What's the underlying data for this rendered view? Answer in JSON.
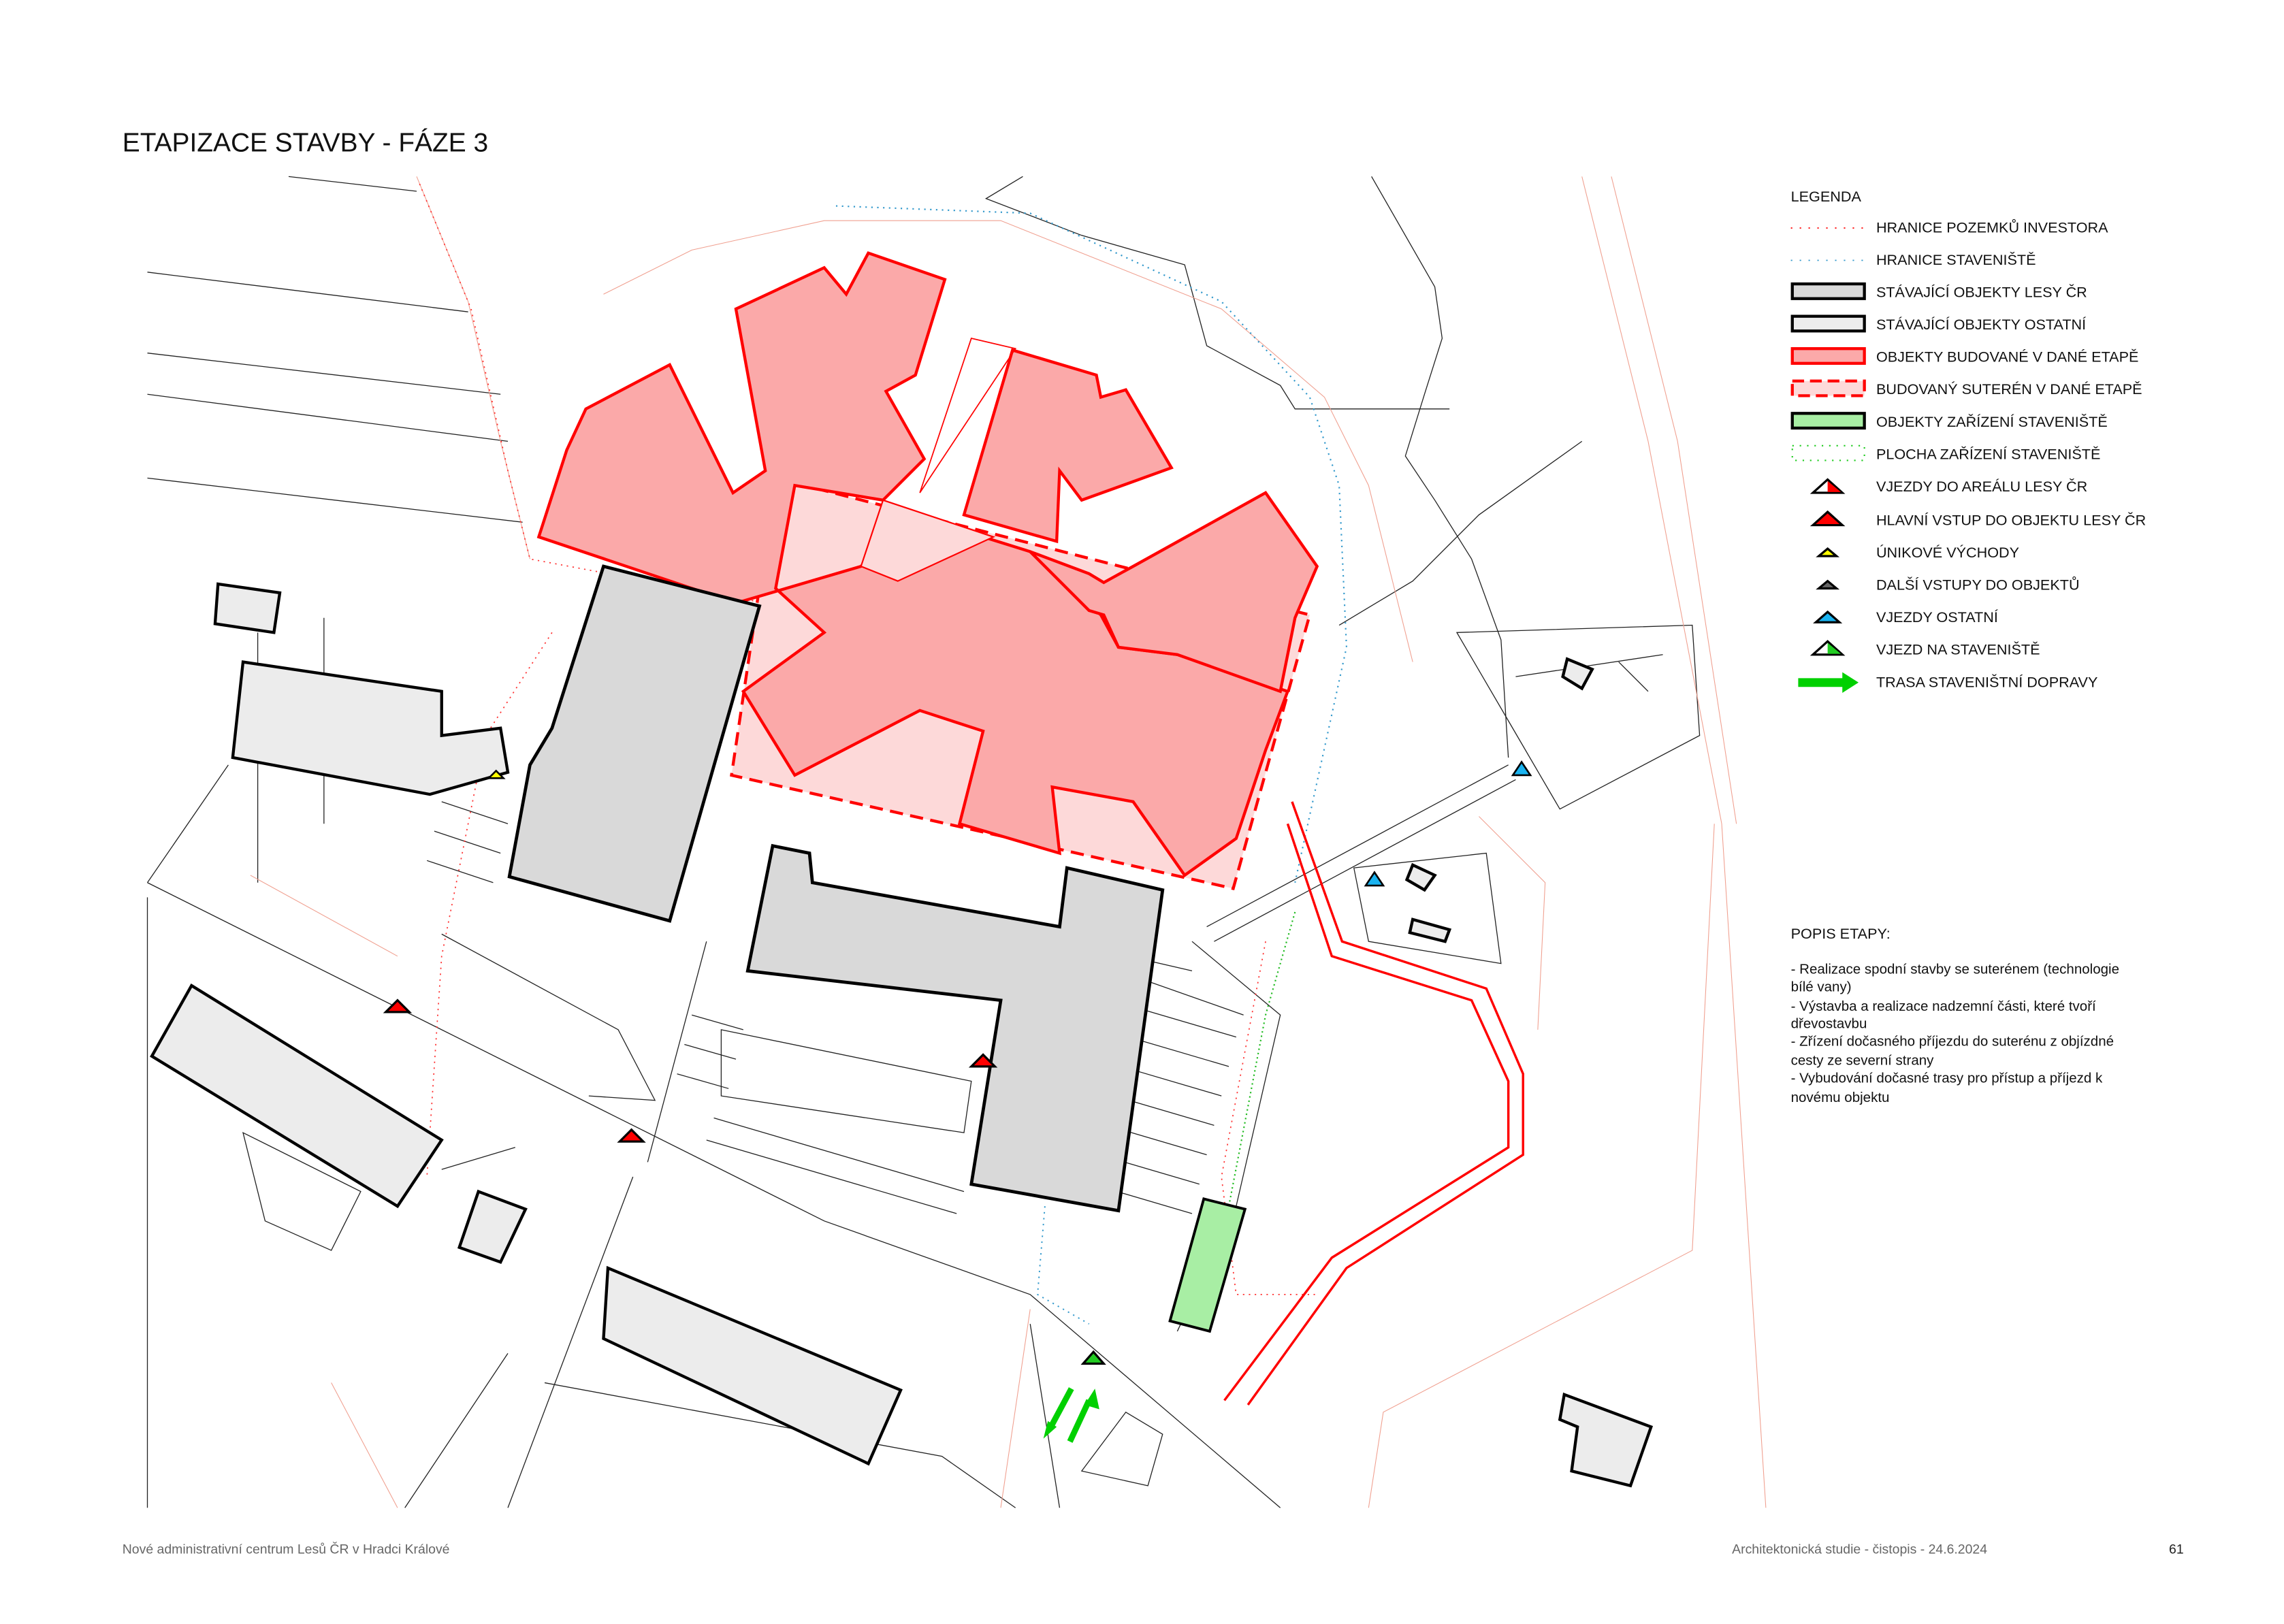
{
  "title": "ETAPIZACE STAVBY - FÁZE 3",
  "legend": {
    "heading": "LEGENDA",
    "items": [
      {
        "label": "HRANICE POZEMKŮ INVESTORA",
        "symbol": "red-dotted-line"
      },
      {
        "label": "HRANICE STAVENIŠTĚ",
        "symbol": "blue-dotted-line"
      },
      {
        "label": "STÁVAJÍCÍ OBJEKTY LESY ČR",
        "symbol": "gray-box"
      },
      {
        "label": "STÁVAJÍCÍ OBJEKTY OSTATNÍ",
        "symbol": "light-gray-box"
      },
      {
        "label": "OBJEKTY BUDOVANÉ V DANÉ ETAPĚ",
        "symbol": "red-box"
      },
      {
        "label": "BUDOVANÝ SUTERÉN V DANÉ ETAPĚ",
        "symbol": "red-dashed-box"
      },
      {
        "label": "OBJEKTY ZAŘÍZENÍ STAVENIŠTĚ",
        "symbol": "green-box"
      },
      {
        "label": "PLOCHA ZAŘÍZENÍ STAVENIŠTĚ",
        "symbol": "green-dotted-box"
      },
      {
        "label": "VJEZDY DO AREÁLU LESY ČR",
        "symbol": "half-red-triangle"
      },
      {
        "label": "HLAVNÍ VSTUP DO OBJEKTU LESY ČR",
        "symbol": "red-triangle"
      },
      {
        "label": "ÚNIKOVÉ VÝCHODY",
        "symbol": "yellow-triangle"
      },
      {
        "label": "DALŠÍ VSTUPY DO OBJEKTŮ",
        "symbol": "gray-triangle"
      },
      {
        "label": "VJEZDY OSTATNÍ",
        "symbol": "blue-triangle"
      },
      {
        "label": "VJEZD NA STAVENIŠTĚ",
        "symbol": "half-green-triangle"
      },
      {
        "label": "TRASA STAVENIŠTNÍ DOPRAVY",
        "symbol": "green-arrow"
      }
    ]
  },
  "description": {
    "heading": "POPIS ETAPY:",
    "lines": [
      "- Realizace spodní stavby se suterénem (technologie",
      "bílé vany)",
      "- Výstavba a realizace nadzemní části, které tvoří",
      "dřevostavbu",
      "- Zřízení dočasného příjezdu do suterénu z objízdné",
      "cesty ze severní strany",
      "- Vybudování dočasné trasy pro přístup a příjezd k",
      "novému objektu"
    ]
  },
  "footer": {
    "project": "Nové administrativní centrum Lesů ČR v Hradci Králové",
    "document": "Architektonická studie - čistopis - 24.6.2024",
    "page": "61"
  },
  "colors": {
    "new_building": "#fba9a9",
    "basement": "#fdd9d9",
    "lesy_building": "#d9d9d9",
    "other_building": "#ececec",
    "site_facility": "#a8eea4",
    "route": "#ff0000",
    "transport_arrow": "#00d000"
  }
}
